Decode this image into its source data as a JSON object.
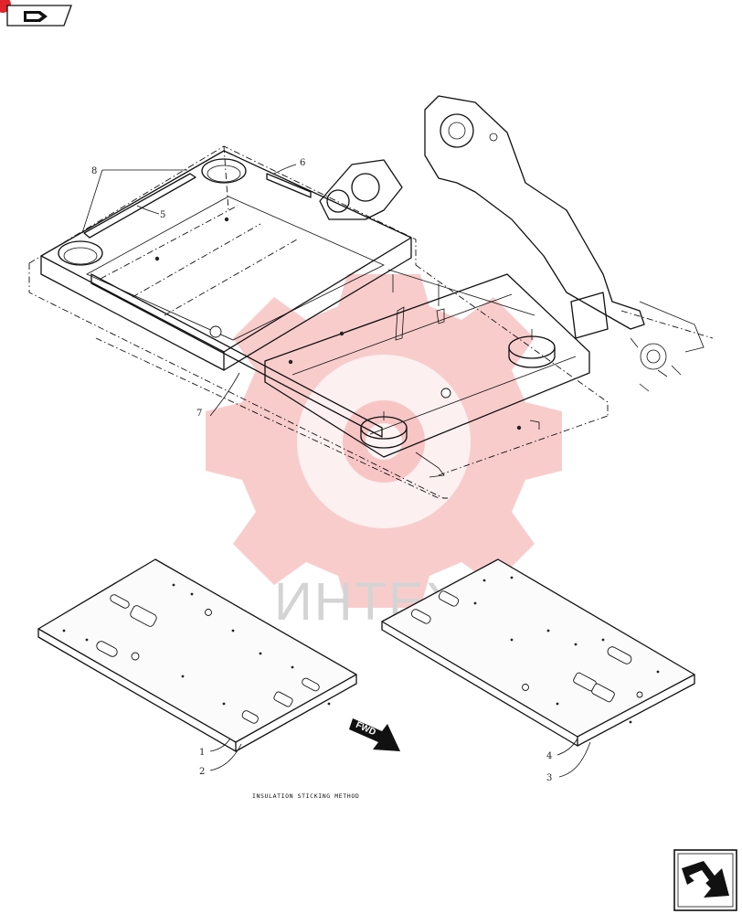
{
  "callouts": [
    {
      "id": "1",
      "label": "1"
    },
    {
      "id": "2",
      "label": "2"
    },
    {
      "id": "3",
      "label": "3"
    },
    {
      "id": "4",
      "label": "4"
    },
    {
      "id": "5",
      "label": "5"
    },
    {
      "id": "6",
      "label": "6"
    },
    {
      "id": "7",
      "label": "7"
    },
    {
      "id": "8",
      "label": "8"
    }
  ],
  "caption": "INSULATION STICKING METHOD",
  "direction_badge": "FWD",
  "watermark": {
    "text": "ИНТЕХ",
    "color": "#f4a3a3"
  },
  "icons": {
    "top_left": "navigation-arrow-icon",
    "bottom_right": "navigation-arrow-icon"
  },
  "colors": {
    "line": "#111111",
    "badge": "#e0242b",
    "watermark": "#f4a3a3"
  }
}
